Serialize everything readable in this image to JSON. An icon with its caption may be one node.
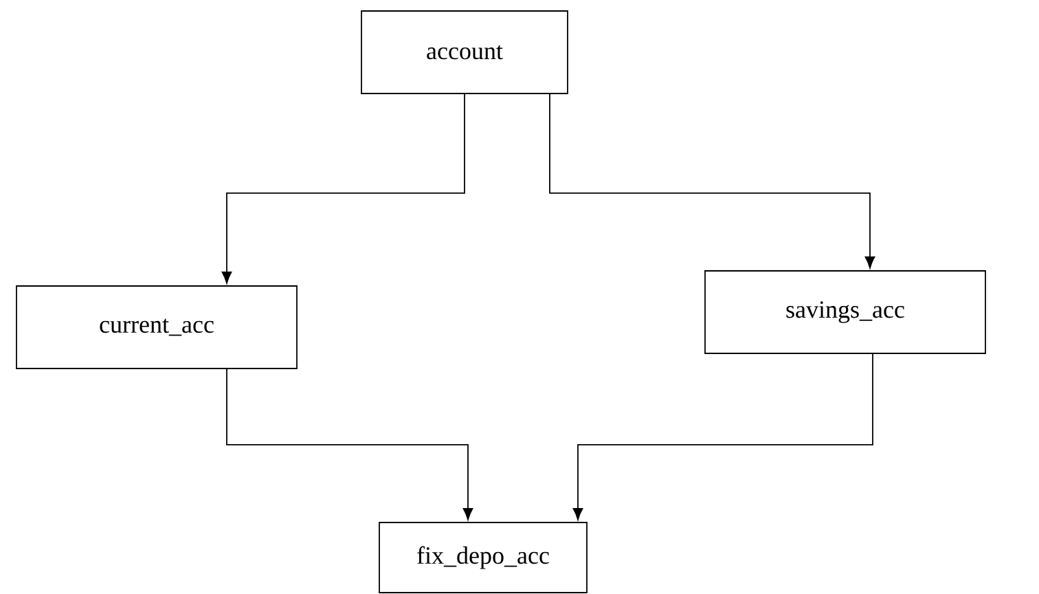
{
  "diagram": {
    "nodes": [
      {
        "text": [
          "account"
        ]
      },
      {
        "text": [
          "current_acc"
        ]
      },
      {
        "text": [
          "savings_acc"
        ]
      },
      {
        "text": [
          "fix_depo_acc"
        ]
      }
    ],
    "edges": [
      {
        "from": 0,
        "to": 1,
        "arrow": "to"
      },
      {
        "from": 0,
        "to": 2,
        "arrow": "to"
      },
      {
        "from": 1,
        "to": 3,
        "arrow": "to"
      },
      {
        "from": 2,
        "to": 3,
        "arrow": "to"
      }
    ]
  }
}
